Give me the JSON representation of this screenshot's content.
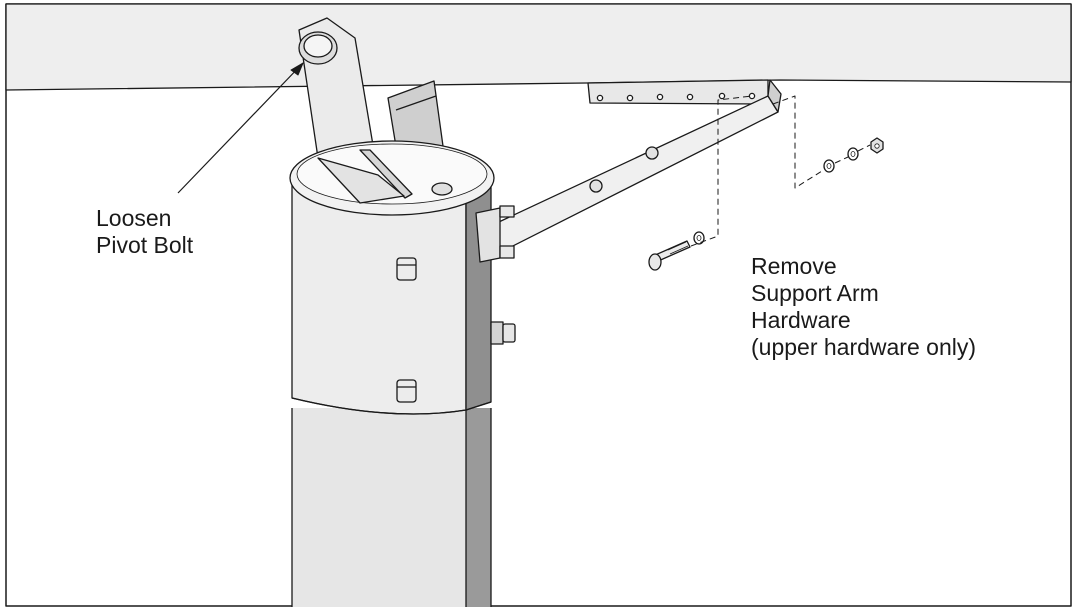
{
  "callouts": {
    "pivot": {
      "lines": [
        "Loosen",
        "Pivot Bolt"
      ]
    },
    "support_arm": {
      "lines": [
        "Remove",
        "Support Arm",
        "Hardware",
        "(upper hardware only)"
      ]
    }
  },
  "colors": {
    "line": "#1a1a1a",
    "metal_light": "#eeeeee",
    "metal_mid": "#d9d9d9",
    "metal_shadow": "#9a9a9a",
    "metal_dark": "#555555"
  },
  "icons": [
    "pivot-bolt-icon",
    "bolt-icon",
    "washer-icon",
    "nut-icon"
  ]
}
